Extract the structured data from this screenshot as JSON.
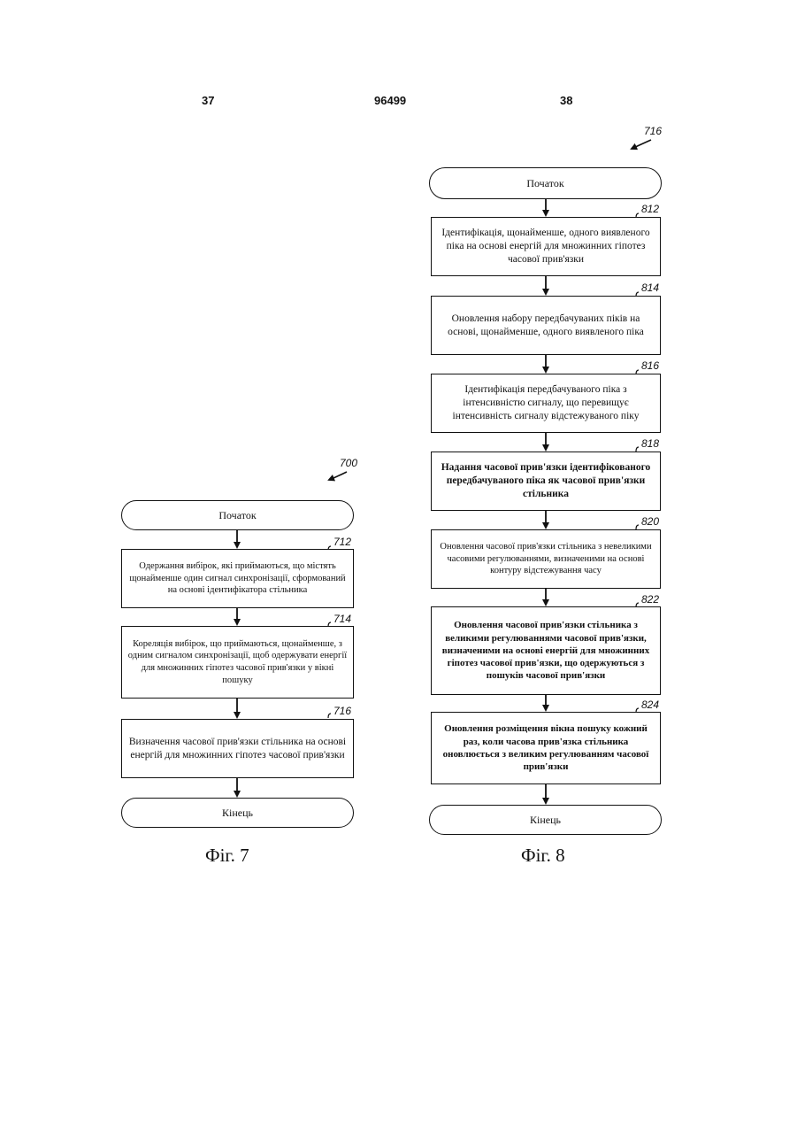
{
  "header": {
    "page_left": "37",
    "patent_number": "96499",
    "page_right": "38"
  },
  "fig7": {
    "ref": "700",
    "start": "Початок",
    "steps": [
      {
        "ref": "712",
        "text": "Одержання вибірок, які приймаються, що містять щонайменше один сигнал синхронізації, сформований на основі ідентифікатора стільника"
      },
      {
        "ref": "714",
        "text": "Кореляція вибірок, що приймаються, щонайменше, з одним сигналом синхронізації, щоб одержувати енергії для множинних гіпотез часової прив'язки у вікні пошуку"
      },
      {
        "ref": "716",
        "text": "Визначення часової прив'язки стільника на основі енергій для множинних гіпотез часової прив'язки"
      }
    ],
    "end": "Кінець",
    "caption": "Фіг. 7"
  },
  "fig8": {
    "ref": "716",
    "start": "Початок",
    "steps": [
      {
        "ref": "812",
        "text": "Ідентифікація, щонайменше, одного виявленого піка на основі енергій для множинних гіпотез часової прив'язки"
      },
      {
        "ref": "814",
        "text": "Оновлення набору передбачуваних піків на основі, щонайменше, одного виявленого піка"
      },
      {
        "ref": "816",
        "text": "Ідентифікація передбачуваного піка з інтенсивністю сигналу, що перевищує інтенсивність сигналу відстежуваного піку"
      },
      {
        "ref": "818",
        "text": "Надання часової прив'язки ідентифікованого передбачуваного піка як часової прив'язки стільника"
      },
      {
        "ref": "820",
        "text": "Оновлення часової прив'язки стільника з невеликими часовими регулюваннями, визначеними на основі контуру відстежування часу"
      },
      {
        "ref": "822",
        "text": "Оновлення часової прив'язки стільника з великими регулюваннями часової прив'язки, визначеними на основі енергій для множинних гіпотез часової прив'язки, що одержуються з пошуків часової прив'язки"
      },
      {
        "ref": "824",
        "text": "Оновлення розміщення вікна пошуку кожний раз, коли часова прив'язка стільника оновлюється з великим регулюванням часової прив'язки"
      }
    ],
    "end": "Кінець",
    "caption": "Фіг. 8"
  }
}
